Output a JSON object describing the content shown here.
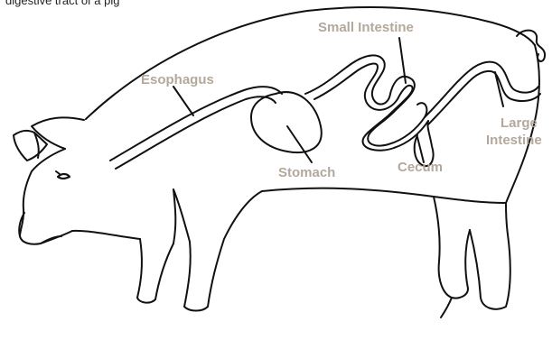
{
  "caption": "digestive tract of a pig",
  "labels": {
    "small_intestine": "Small Intestine",
    "esophagus": "Esophagus",
    "stomach": "Stomach",
    "cecum": "Cecum",
    "large_intestine_line1": "Large",
    "large_intestine_line2": "Intestine"
  },
  "colors": {
    "label": "#b3a89b",
    "outline": "#111111"
  }
}
